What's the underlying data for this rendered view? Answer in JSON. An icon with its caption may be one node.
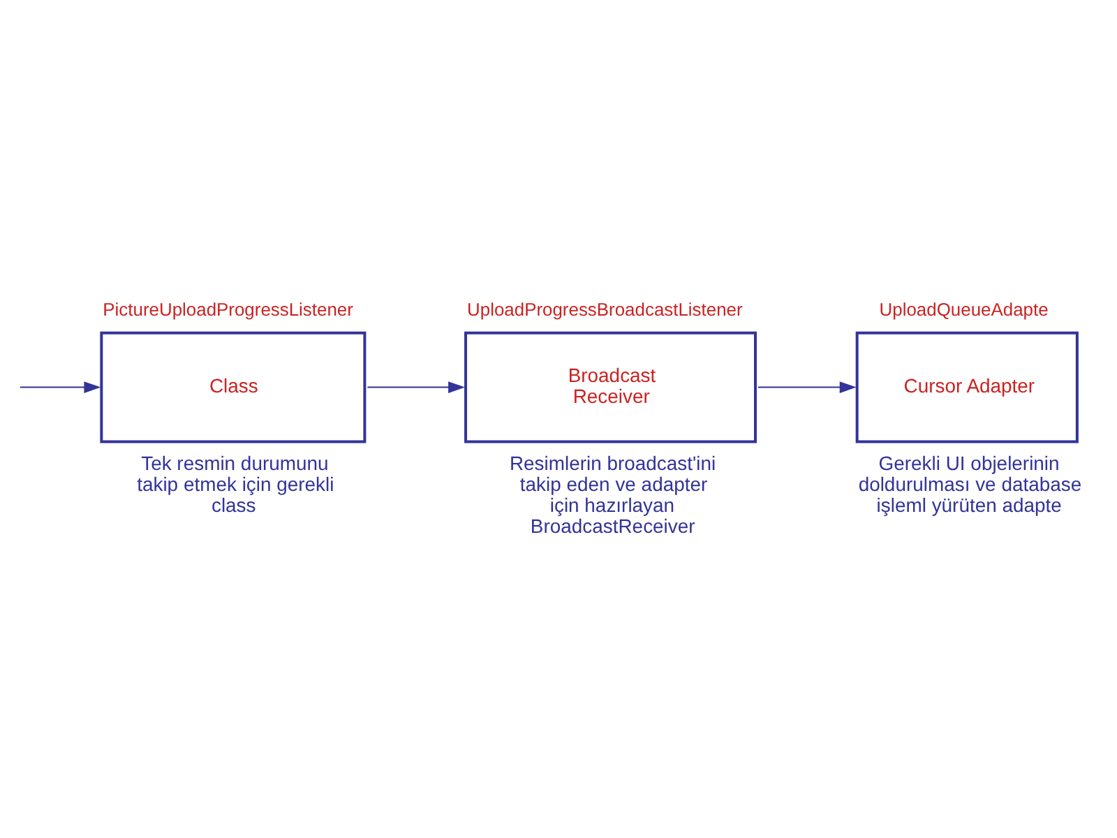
{
  "diagram": {
    "nodes": [
      {
        "text": [
          "PictureUploadProgressListener",
          "Class"
        ],
        "beside": [
          "Tek resmin durumunu takip etmek için gerekli class"
        ]
      },
      {
        "text": [
          "UploadProgressBroadcastListener",
          "Broadcast Receiver"
        ],
        "beside": [
          "Resimlerin broadcast'ini takip eden ve adapter için hazırlayan BroadcastReceiver"
        ]
      },
      {
        "text": [
          "UploadQueueAdapte",
          "Cursor Adapter"
        ],
        "beside": [
          "Gerekli UI objelerinin doldurulması ve database işleml yürüten adapte"
        ]
      }
    ],
    "edges": [
      {
        "from": null,
        "to": 0,
        "arrow": "to"
      },
      {
        "from": 0,
        "to": 1,
        "arrow": "to"
      },
      {
        "from": 1,
        "to": 2,
        "arrow": "to"
      }
    ]
  }
}
